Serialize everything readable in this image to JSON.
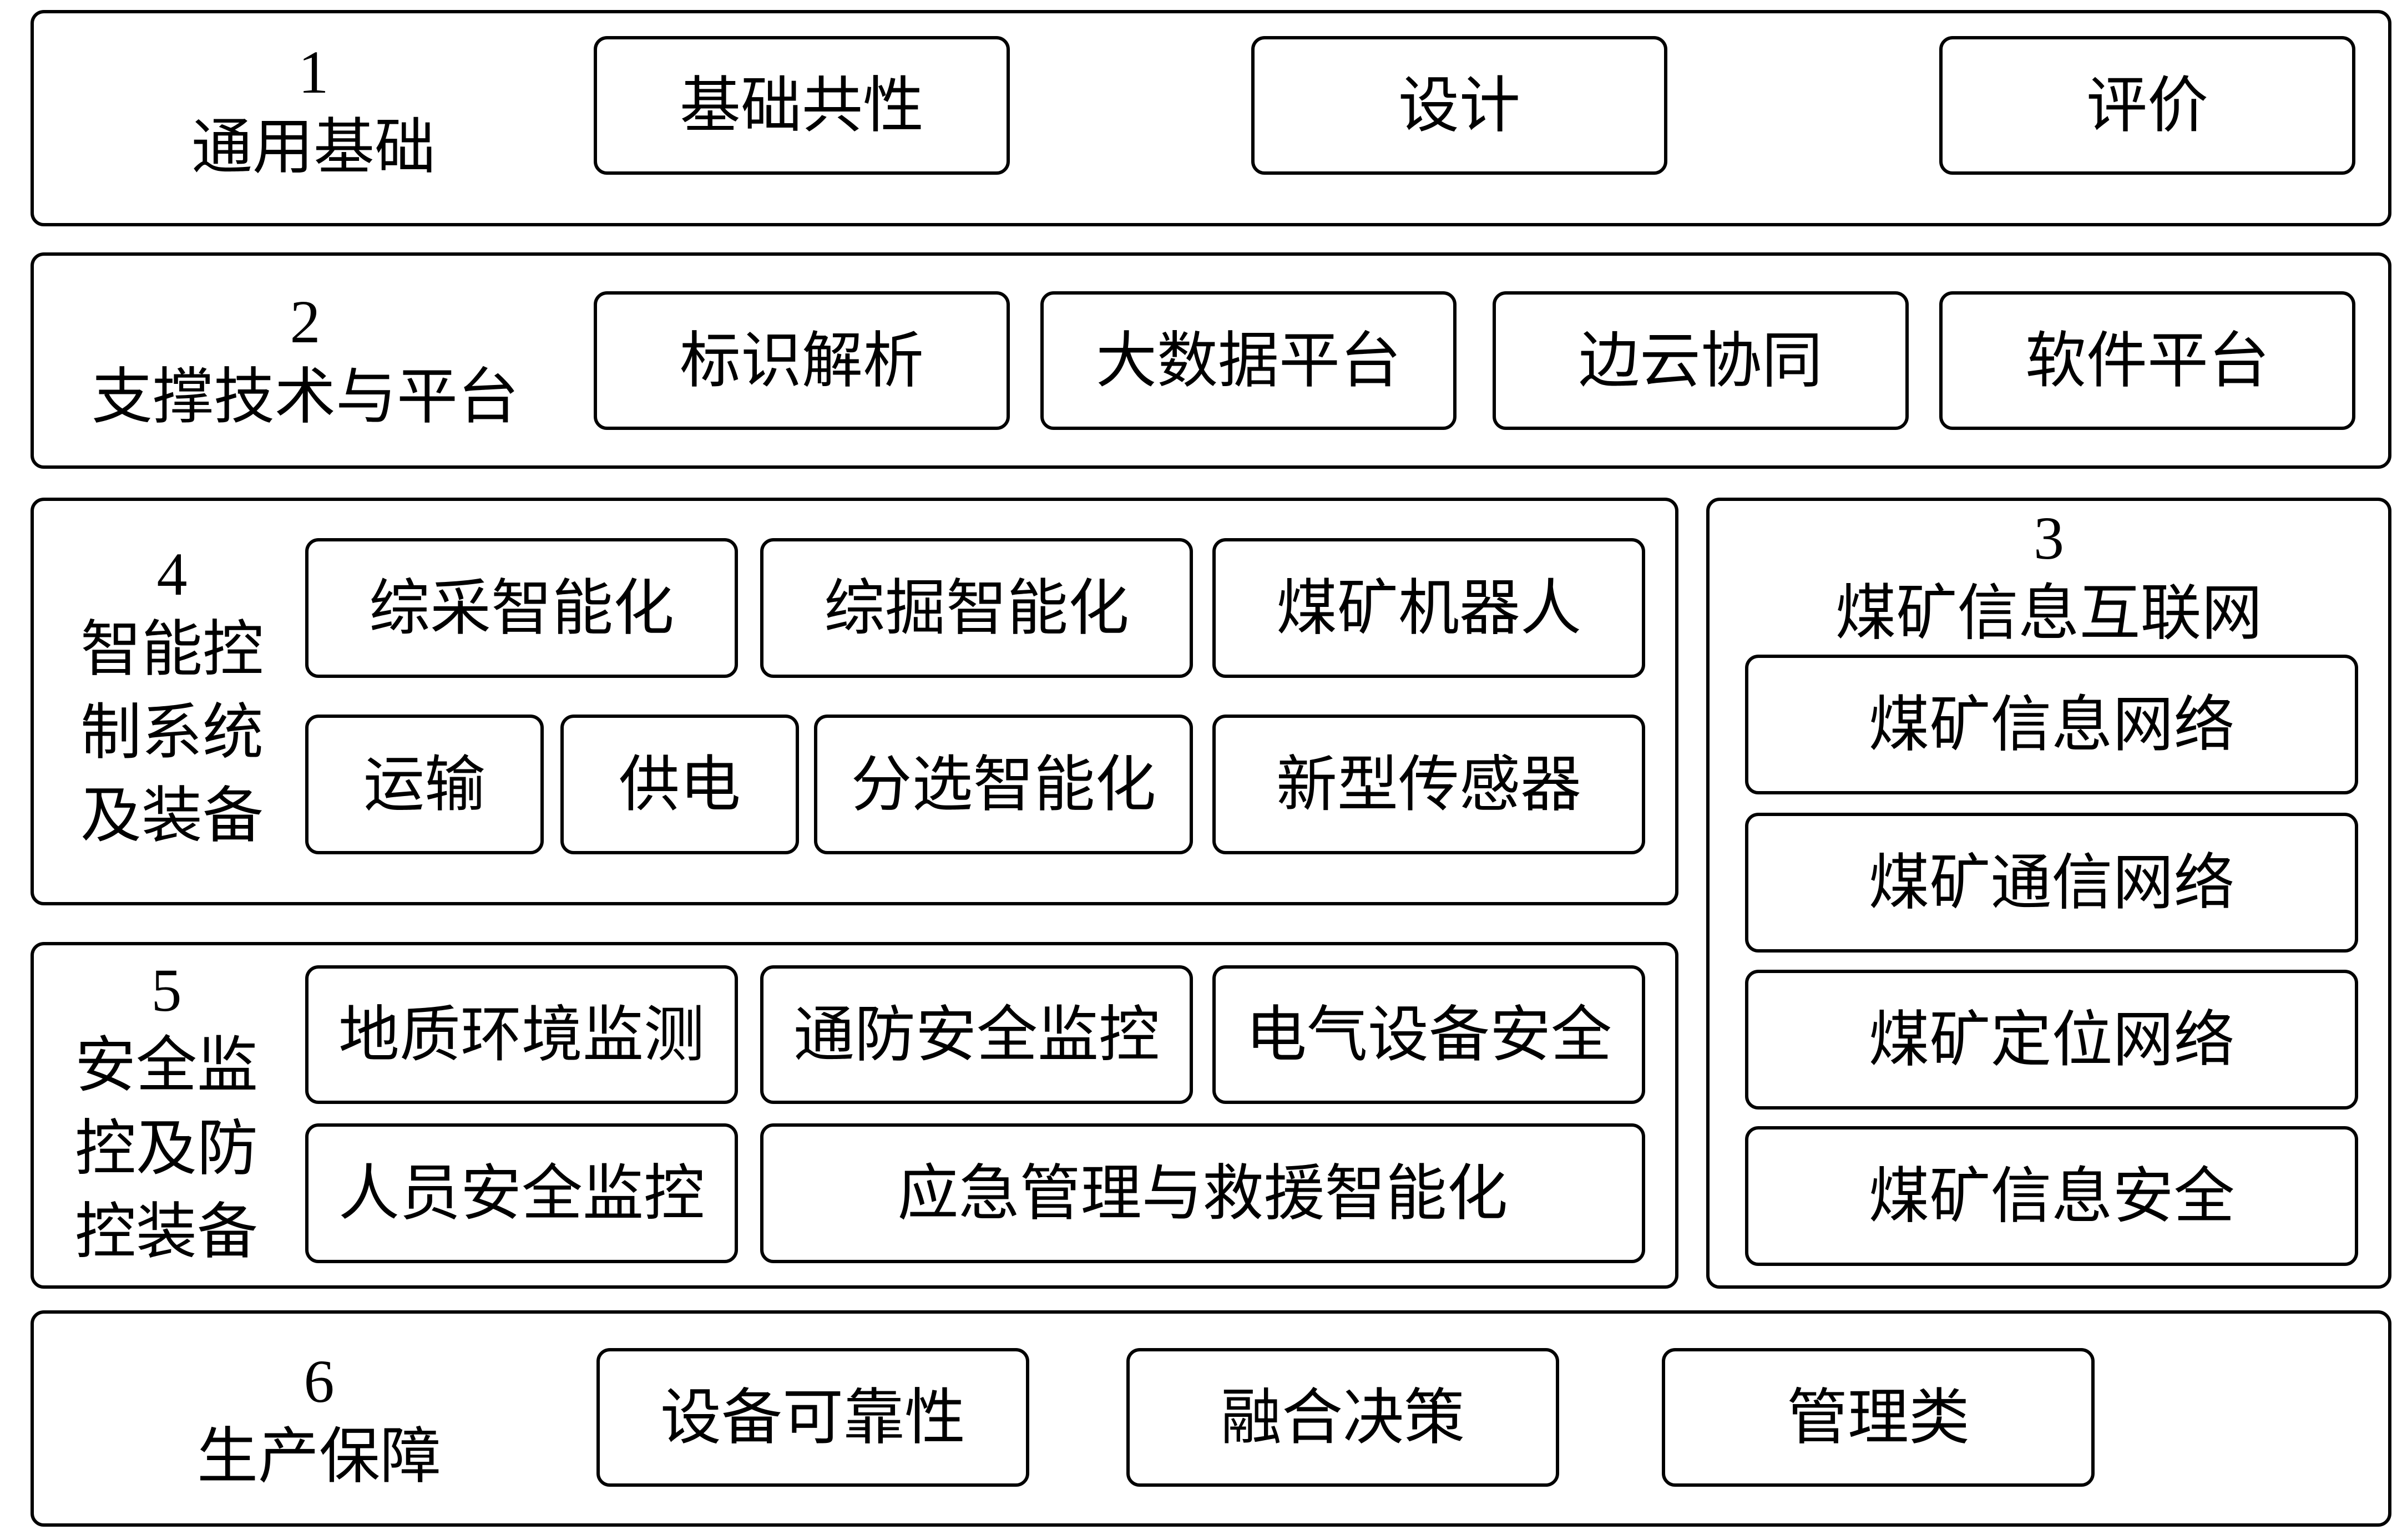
{
  "l1": {
    "num": "1",
    "title": "通用基础",
    "items": [
      "基础共性",
      "设计",
      "评价"
    ]
  },
  "l2": {
    "num": "2",
    "title": "支撑技术与平台",
    "items": [
      "标识解析",
      "大数据平台",
      "边云协同",
      "软件平台"
    ]
  },
  "l3": {
    "num": "3",
    "title": "煤矿信息互联网",
    "items": [
      "煤矿信息网络",
      "煤矿通信网络",
      "煤矿定位网络",
      "煤矿信息安全"
    ]
  },
  "l4": {
    "num": "4",
    "title_lines": [
      "智能控",
      "制系统",
      "及装备"
    ],
    "items": [
      "综采智能化",
      "综掘智能化",
      "煤矿机器人",
      "运输",
      "供电",
      "分选智能化",
      "新型传感器"
    ]
  },
  "l5": {
    "num": "5",
    "title_lines": [
      "安全监",
      "控及防",
      "控装备"
    ],
    "items": [
      "地质环境监测",
      "通防安全监控",
      "电气设备安全",
      "人员安全监控",
      "应急管理与救援智能化"
    ]
  },
  "l6": {
    "num": "6",
    "title": "生产保障",
    "items": [
      "设备可靠性",
      "融合决策",
      "管理类"
    ]
  }
}
